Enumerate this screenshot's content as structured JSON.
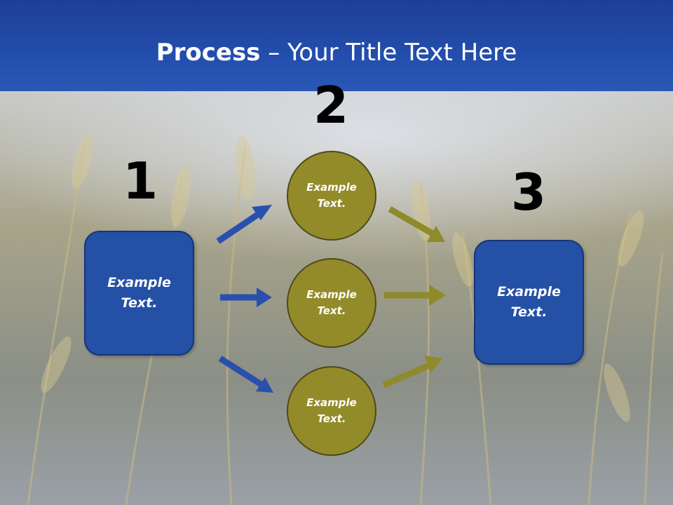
{
  "title": {
    "bold": "Process",
    "rest": " – Your Title Text Here"
  },
  "steps": [
    {
      "number": "1",
      "label_line1": "Example",
      "label_line2": "Text."
    },
    {
      "number": "2"
    },
    {
      "number": "3",
      "label_line1": "Example",
      "label_line2": "Text."
    }
  ],
  "circles": [
    {
      "line1": "Example",
      "line2": "Text."
    },
    {
      "line1": "Example",
      "line2": "Text."
    },
    {
      "line1": "Example",
      "line2": "Text."
    }
  ],
  "colors": {
    "header": "#2450b0",
    "box": "#2450a6",
    "circle": "#938b29",
    "arrow_blue": "#2a50ae",
    "arrow_olive": "#8f8a2a"
  }
}
